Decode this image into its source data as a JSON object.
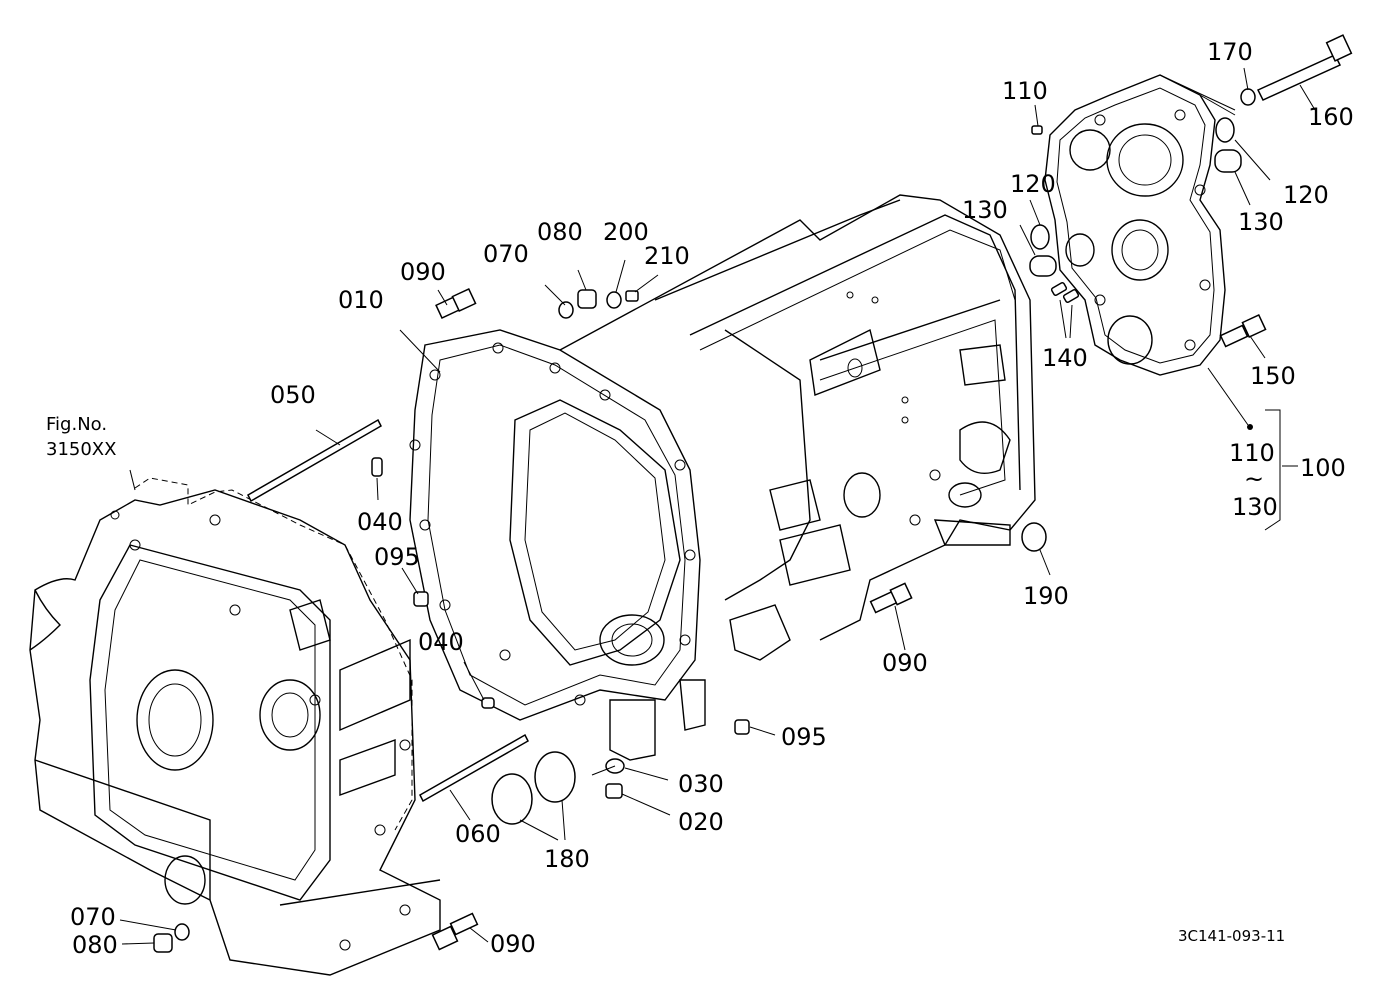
{
  "figure_ref": {
    "line1": "Fig.No.",
    "line2": "3150XX"
  },
  "doc_code": "3C141-093-11",
  "callouts": [
    {
      "key": "010",
      "text": "010"
    },
    {
      "key": "020",
      "text": "020"
    },
    {
      "key": "030",
      "text": "030"
    },
    {
      "key": "040a",
      "text": "040"
    },
    {
      "key": "040b",
      "text": "040"
    },
    {
      "key": "050",
      "text": "050"
    },
    {
      "key": "060",
      "text": "060"
    },
    {
      "key": "070a",
      "text": "070"
    },
    {
      "key": "070b",
      "text": "070"
    },
    {
      "key": "080a",
      "text": "080"
    },
    {
      "key": "080b",
      "text": "080"
    },
    {
      "key": "090a",
      "text": "090"
    },
    {
      "key": "090b",
      "text": "090"
    },
    {
      "key": "090c",
      "text": "090"
    },
    {
      "key": "095a",
      "text": "095"
    },
    {
      "key": "095b",
      "text": "095"
    },
    {
      "key": "100",
      "text": "100"
    },
    {
      "key": "110a",
      "text": "110"
    },
    {
      "key": "110b",
      "text": "110"
    },
    {
      "key": "120a",
      "text": "120"
    },
    {
      "key": "120b",
      "text": "120"
    },
    {
      "key": "130a",
      "text": "130"
    },
    {
      "key": "130b",
      "text": "130"
    },
    {
      "key": "130c",
      "text": "130"
    },
    {
      "key": "140",
      "text": "140"
    },
    {
      "key": "150",
      "text": "150"
    },
    {
      "key": "160",
      "text": "160"
    },
    {
      "key": "170",
      "text": "170"
    },
    {
      "key": "180",
      "text": "180"
    },
    {
      "key": "190",
      "text": "190"
    },
    {
      "key": "200",
      "text": "200"
    },
    {
      "key": "210",
      "text": "210"
    }
  ],
  "range_marker": "~"
}
